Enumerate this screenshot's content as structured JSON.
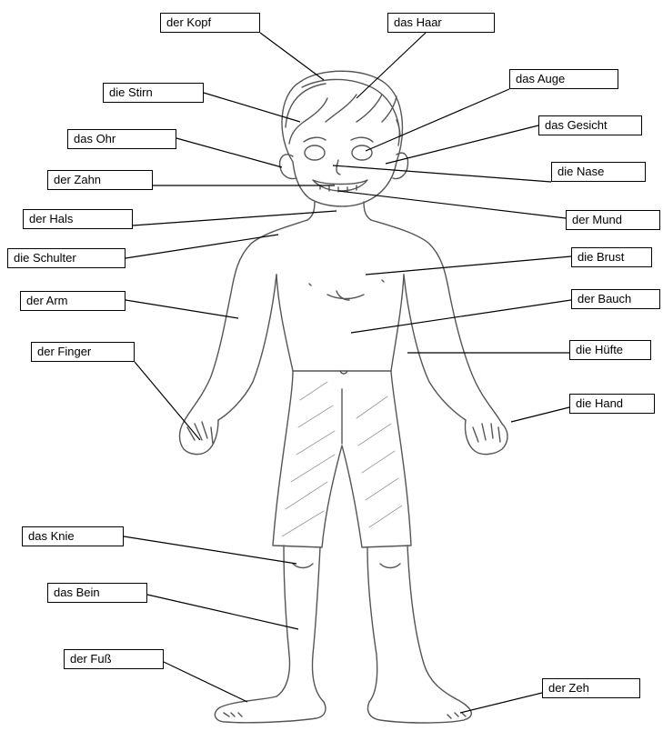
{
  "labels": {
    "kopf": "der Kopf",
    "haar": "das Haar",
    "stirn": "die Stirn",
    "auge": "das Auge",
    "gesicht": "das Gesicht",
    "ohr": "das Ohr",
    "nase": "die Nase",
    "zahn": "der Zahn",
    "hals": "der Hals",
    "mund": "der Mund",
    "schulter": "die Schulter",
    "brust": "die Brust",
    "arm": "der Arm",
    "bauch": "der Bauch",
    "finger": "der Finger",
    "huefte": "die Hüfte",
    "hand": "die Hand",
    "knie": "das Knie",
    "bein": "das Bein",
    "fuss": "der Fuß",
    "zeh": "der Zeh"
  }
}
